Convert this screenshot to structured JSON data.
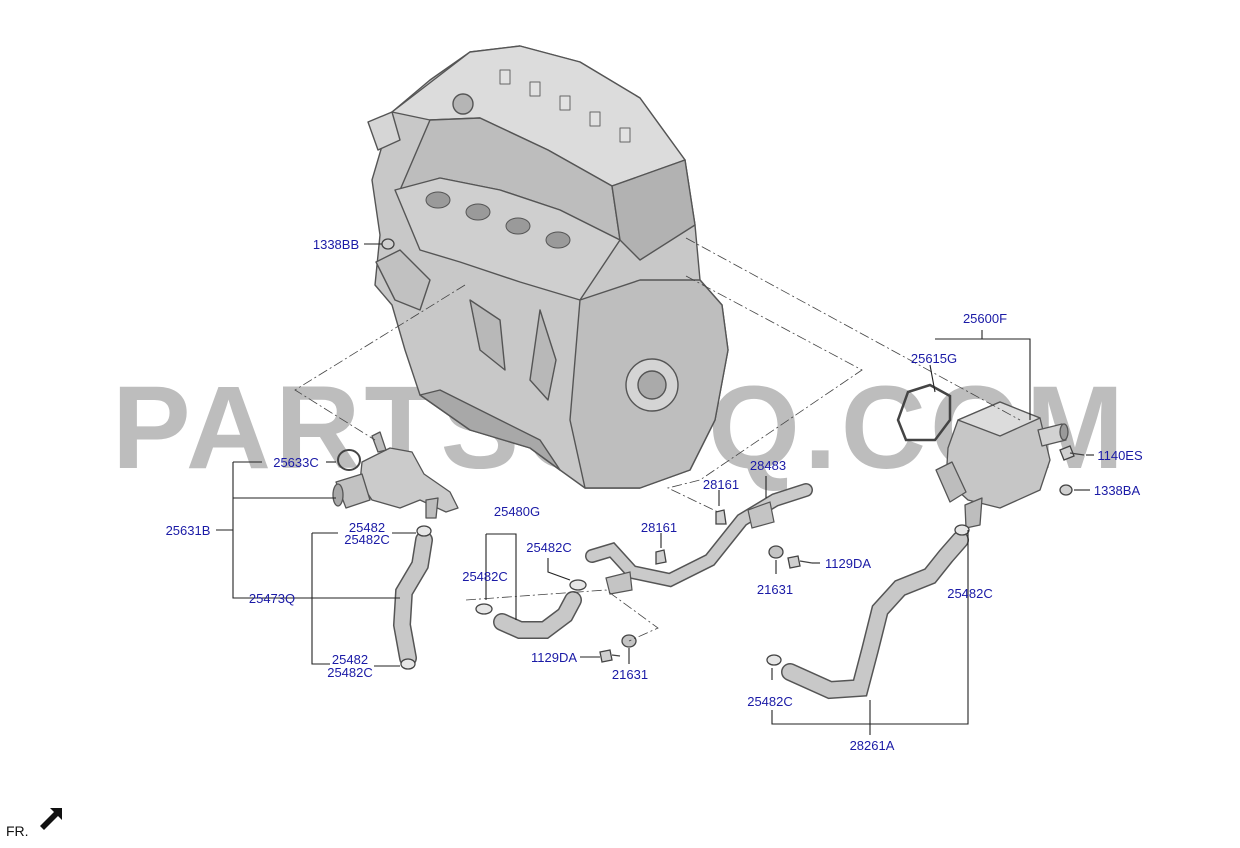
{
  "colors": {
    "label": "#1a1aa6",
    "leader": "#222222",
    "part_fill": "#c9c9c9",
    "part_stroke": "#555555",
    "watermark": "#bdbdbd"
  },
  "watermark": "PARTSOUQ.COM",
  "orientation": {
    "label": "FR.",
    "icon": "arrow-down-left-icon"
  },
  "parts": [
    {
      "id": "p1338BB",
      "code": "1338BB"
    },
    {
      "id": "p25600F",
      "code": "25600F"
    },
    {
      "id": "p25615G",
      "code": "25615G"
    },
    {
      "id": "p1140ES",
      "code": "1140ES"
    },
    {
      "id": "p1338BA",
      "code": "1338BA"
    },
    {
      "id": "p25633C",
      "code": "25633C"
    },
    {
      "id": "p25631B",
      "code": "25631B"
    },
    {
      "id": "p25482a",
      "code": "25482"
    },
    {
      "id": "p25482Ca",
      "code": "25482C"
    },
    {
      "id": "p25473Q",
      "code": "25473Q"
    },
    {
      "id": "p25482b",
      "code": "25482"
    },
    {
      "id": "p25482Cb",
      "code": "25482C"
    },
    {
      "id": "p25480G",
      "code": "25480G"
    },
    {
      "id": "p25482Cc",
      "code": "25482C"
    },
    {
      "id": "p25482Cd",
      "code": "25482C"
    },
    {
      "id": "p1129DAa",
      "code": "1129DA"
    },
    {
      "id": "p21631a",
      "code": "21631"
    },
    {
      "id": "p28161a",
      "code": "28161"
    },
    {
      "id": "p28161b",
      "code": "28161"
    },
    {
      "id": "p28483",
      "code": "28483"
    },
    {
      "id": "p1129DAb",
      "code": "1129DA"
    },
    {
      "id": "p21631b",
      "code": "21631"
    },
    {
      "id": "p25482Ce",
      "code": "25482C"
    },
    {
      "id": "p25482Cf",
      "code": "25482C"
    },
    {
      "id": "p28261A",
      "code": "28261A"
    }
  ]
}
